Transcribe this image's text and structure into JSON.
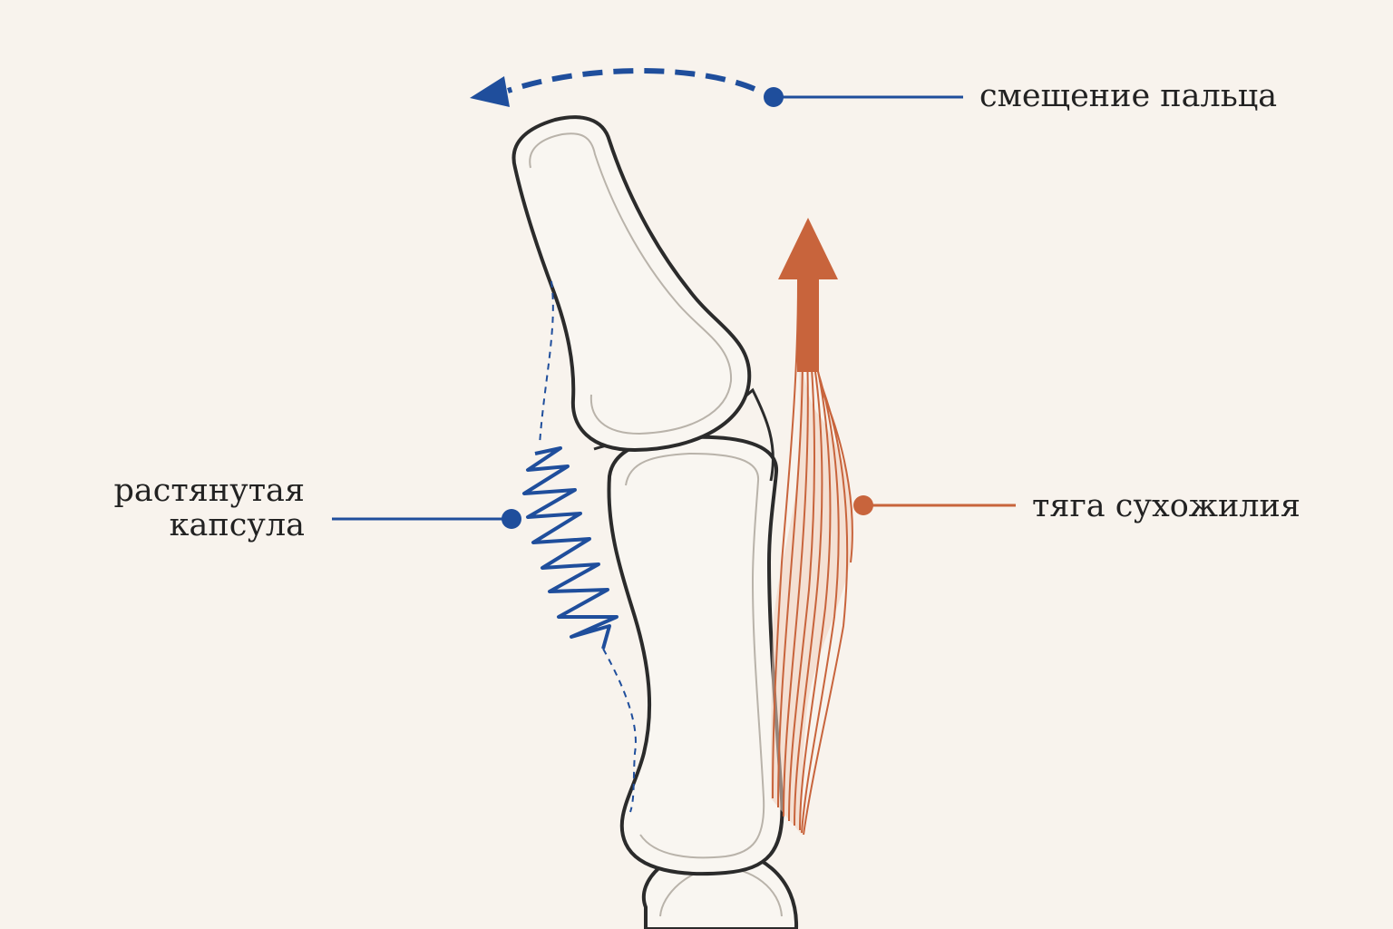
{
  "labels": {
    "finger_shift": "смещение пальца",
    "tendon_pull": "тяга сухожилия",
    "stretched_capsule_line1": "растянутая",
    "stretched_capsule_line2": "капсула"
  },
  "colors": {
    "background": "#f8f3ed",
    "bone_outline": "#2b2b2b",
    "bone_fill": "#f9f6f1",
    "capsule_blue": "#1f4e9c",
    "tendon_orange": "#c8643c",
    "text": "#222222"
  }
}
